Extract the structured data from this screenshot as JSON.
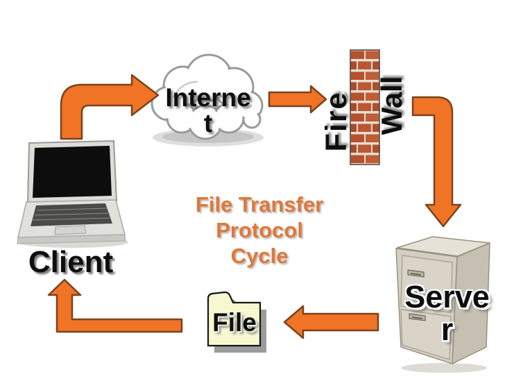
{
  "title": {
    "lines": [
      "File Transfer",
      "Protocol",
      "Cycle"
    ]
  },
  "nodes": {
    "client": {
      "label": "Client"
    },
    "internet": {
      "label": "Internet",
      "label_lines": [
        "Interne",
        "t"
      ]
    },
    "firewall": {
      "label_left": "Fire",
      "label_right": "Wall"
    },
    "server": {
      "label": "Server",
      "label_lines": [
        "Serve",
        "r"
      ]
    },
    "file": {
      "label": "File"
    }
  },
  "edges": [
    {
      "from": "client",
      "to": "internet"
    },
    {
      "from": "internet",
      "to": "firewall"
    },
    {
      "from": "firewall",
      "to": "server"
    },
    {
      "from": "server",
      "to": "file"
    },
    {
      "from": "file",
      "to": "client"
    }
  ],
  "colors": {
    "title_orange": "#E0783A",
    "arrow_fill": "#F07326",
    "arrow_outline": "#7A431D",
    "brick_red": "#B5512E",
    "folder_cream": "#F7F8D2",
    "cabinet_beige": "#D5CFC3",
    "label_black": "#0e0e0e"
  }
}
